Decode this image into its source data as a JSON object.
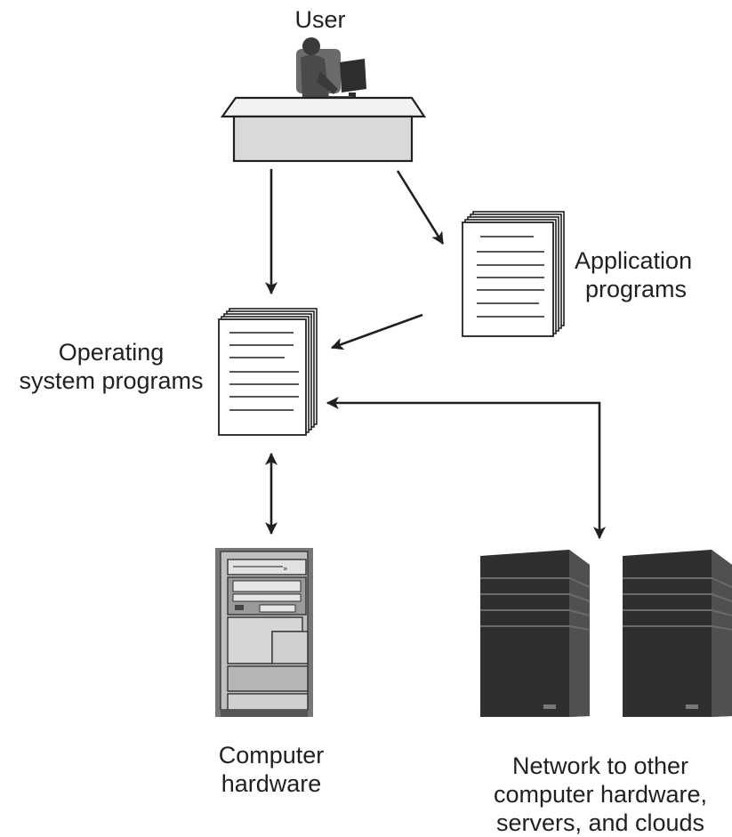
{
  "labels": {
    "user": "User",
    "application_programs": [
      "Application",
      "programs"
    ],
    "operating_system_programs": [
      "Operating",
      "system programs"
    ],
    "computer_hardware": [
      "Computer",
      "hardware"
    ],
    "network": [
      "Network to other",
      "computer hardware,",
      "servers, and clouds"
    ]
  },
  "colors": {
    "ink": "#231f20",
    "desk": "#d9d9d9",
    "server_dark": "#3a3a3a",
    "server_mid": "#555555",
    "tower_light": "#c8c8c8"
  },
  "icons": [
    "user-at-desk-icon",
    "document-stack-icon",
    "computer-tower-icon",
    "server-rack-icon"
  ]
}
